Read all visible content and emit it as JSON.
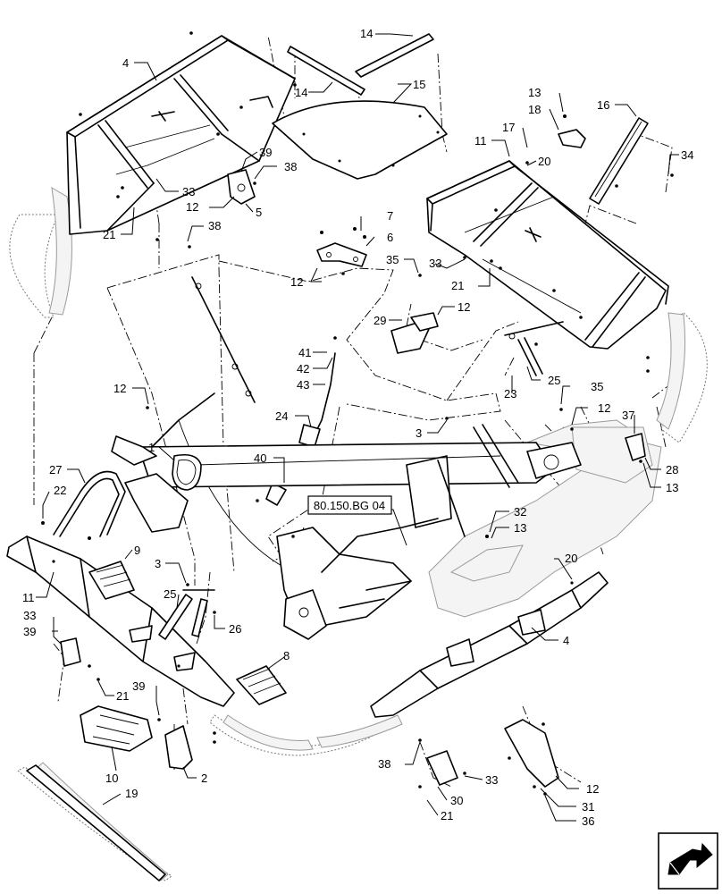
{
  "reference_label": "80.150.BG 04",
  "callouts": [
    {
      "id": "c-14a",
      "text": "14"
    },
    {
      "id": "c-14b",
      "text": "14"
    },
    {
      "id": "c-4a",
      "text": "4"
    },
    {
      "id": "c-15",
      "text": "15"
    },
    {
      "id": "c-13a",
      "text": "13"
    },
    {
      "id": "c-18",
      "text": "18"
    },
    {
      "id": "c-16",
      "text": "16"
    },
    {
      "id": "c-17",
      "text": "17"
    },
    {
      "id": "c-11a",
      "text": "11"
    },
    {
      "id": "c-20a",
      "text": "20"
    },
    {
      "id": "c-34",
      "text": "34"
    },
    {
      "id": "c-39a",
      "text": "39"
    },
    {
      "id": "c-38a",
      "text": "38"
    },
    {
      "id": "c-33a",
      "text": "33"
    },
    {
      "id": "c-12a",
      "text": "12"
    },
    {
      "id": "c-5",
      "text": "5"
    },
    {
      "id": "c-21a",
      "text": "21"
    },
    {
      "id": "c-38b",
      "text": "38"
    },
    {
      "id": "c-7",
      "text": "7"
    },
    {
      "id": "c-6",
      "text": "6"
    },
    {
      "id": "c-35a",
      "text": "35"
    },
    {
      "id": "c-33b",
      "text": "33"
    },
    {
      "id": "c-12b",
      "text": "12"
    },
    {
      "id": "c-21b",
      "text": "21"
    },
    {
      "id": "c-12c",
      "text": "12"
    },
    {
      "id": "c-29",
      "text": "29"
    },
    {
      "id": "c-41",
      "text": "41"
    },
    {
      "id": "c-42",
      "text": "42"
    },
    {
      "id": "c-43",
      "text": "43"
    },
    {
      "id": "c-25a",
      "text": "25"
    },
    {
      "id": "c-23",
      "text": "23"
    },
    {
      "id": "c-12d",
      "text": "12"
    },
    {
      "id": "c-35b",
      "text": "35"
    },
    {
      "id": "c-12e",
      "text": "12"
    },
    {
      "id": "c-24",
      "text": "24"
    },
    {
      "id": "c-3a",
      "text": "3"
    },
    {
      "id": "c-37",
      "text": "37"
    },
    {
      "id": "c-28",
      "text": "28"
    },
    {
      "id": "c-13b",
      "text": "13"
    },
    {
      "id": "c-1",
      "text": "1"
    },
    {
      "id": "c-40",
      "text": "40"
    },
    {
      "id": "c-27",
      "text": "27"
    },
    {
      "id": "c-22",
      "text": "22"
    },
    {
      "id": "c-32",
      "text": "32"
    },
    {
      "id": "c-13c",
      "text": "13"
    },
    {
      "id": "c-9",
      "text": "9"
    },
    {
      "id": "c-3b",
      "text": "3"
    },
    {
      "id": "c-20b",
      "text": "20"
    },
    {
      "id": "c-11b",
      "text": "11"
    },
    {
      "id": "c-25b",
      "text": "25"
    },
    {
      "id": "c-33c",
      "text": "33"
    },
    {
      "id": "c-26",
      "text": "26"
    },
    {
      "id": "c-4b",
      "text": "4"
    },
    {
      "id": "c-39b",
      "text": "39"
    },
    {
      "id": "c-8",
      "text": "8"
    },
    {
      "id": "c-21c",
      "text": "21"
    },
    {
      "id": "c-39c",
      "text": "39"
    },
    {
      "id": "c-10",
      "text": "10"
    },
    {
      "id": "c-2",
      "text": "2"
    },
    {
      "id": "c-38c",
      "text": "38"
    },
    {
      "id": "c-33d",
      "text": "33"
    },
    {
      "id": "c-30",
      "text": "30"
    },
    {
      "id": "c-21d",
      "text": "21"
    },
    {
      "id": "c-12f",
      "text": "12"
    },
    {
      "id": "c-31",
      "text": "31"
    },
    {
      "id": "c-36",
      "text": "36"
    },
    {
      "id": "c-19",
      "text": "19"
    }
  ],
  "icons": {
    "corner": "next-page-arrow-icon"
  }
}
